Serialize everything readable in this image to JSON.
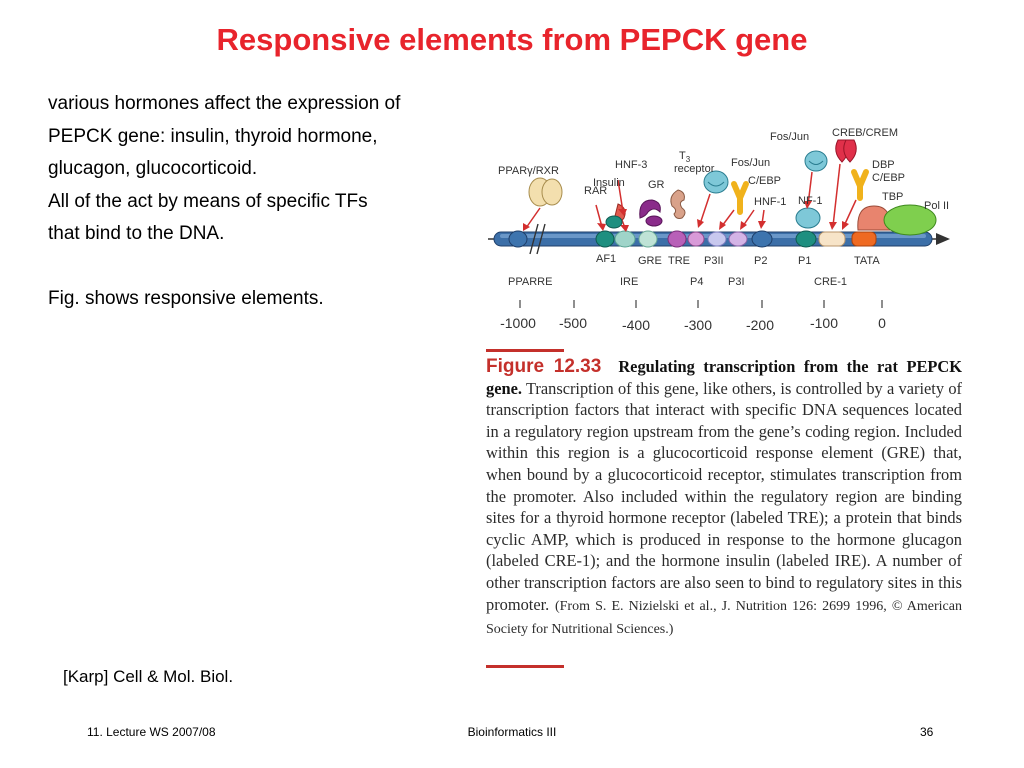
{
  "slide": {
    "title": "Responsive elements from PEPCK gene",
    "body_lines": [
      "various hormones affect the expression of",
      "PEPCK gene: insulin, thyroid hormone,",
      "glucagon, glucocorticoid.",
      "All of the act by means of specific TFs",
      "that bind to the DNA."
    ],
    "fig_note": "Fig. shows responsive elements.",
    "citation": "[Karp] Cell & Mol. Biol.",
    "footer": {
      "left": "11. Lecture WS 2007/08",
      "center": "Bioinformatics III",
      "right": "36"
    }
  },
  "figure": {
    "factor_labels": {
      "ppar": "PPARγ/RXR",
      "hnf3": "HNF-3",
      "t3": "T",
      "t3_sub": "3",
      "t3_receptor": "receptor",
      "insulin": "Insulin",
      "gr": "GR",
      "rar": "RAR",
      "fosjun_top": "Fos/Jun",
      "creb": "CREB/CREM",
      "fosjun_mid": "Fos/Jun",
      "cebp_mid": "C/EBP",
      "hnf1": "HNF-1",
      "nf1": "NF-1",
      "dbp": "DBP",
      "cebp_right": "C/EBP",
      "tbp": "TBP",
      "pol2": "Pol II"
    },
    "site_labels": {
      "pparre": "PPARRE",
      "af1": "AF1",
      "ire": "IRE",
      "gre": "GRE",
      "tre": "TRE",
      "p4": "P4",
      "p3ii": "P3II",
      "p3i": "P3I",
      "p2": "P2",
      "p1": "P1",
      "cre1": "CRE-1",
      "tata": "TATA"
    },
    "scale_labels": [
      "-1000",
      "-500",
      "-400",
      "-300",
      "-200",
      "-100",
      "0"
    ],
    "caption": {
      "label": "Figure 12.33",
      "title": "Regulating transcription from the rat PEPCK gene.",
      "text": "Transcription of this gene, like others, is controlled by a variety of transcription factors that interact with specific DNA sequences located in a regulatory region upstream from the gene’s coding region. Included within this region is a glucocorticoid response element (GRE) that, when bound by a glucocorticoid receptor, stimulates transcription from the promoter. Also included within the regulatory region are binding sites for a thyroid hormone receptor (labeled TRE); a protein that binds cyclic AMP, which is produced in response to the hormone glucagon (labeled CRE-1); and the hormone insulin (labeled IRE). A number of other transcription factors are also seen to bind to regulatory sites in this promoter.",
      "source": "(From S. E. Nizielski et al., J. Nutrition 126: 2699 1996, © American Society for Nutritional Sciences.)"
    }
  }
}
